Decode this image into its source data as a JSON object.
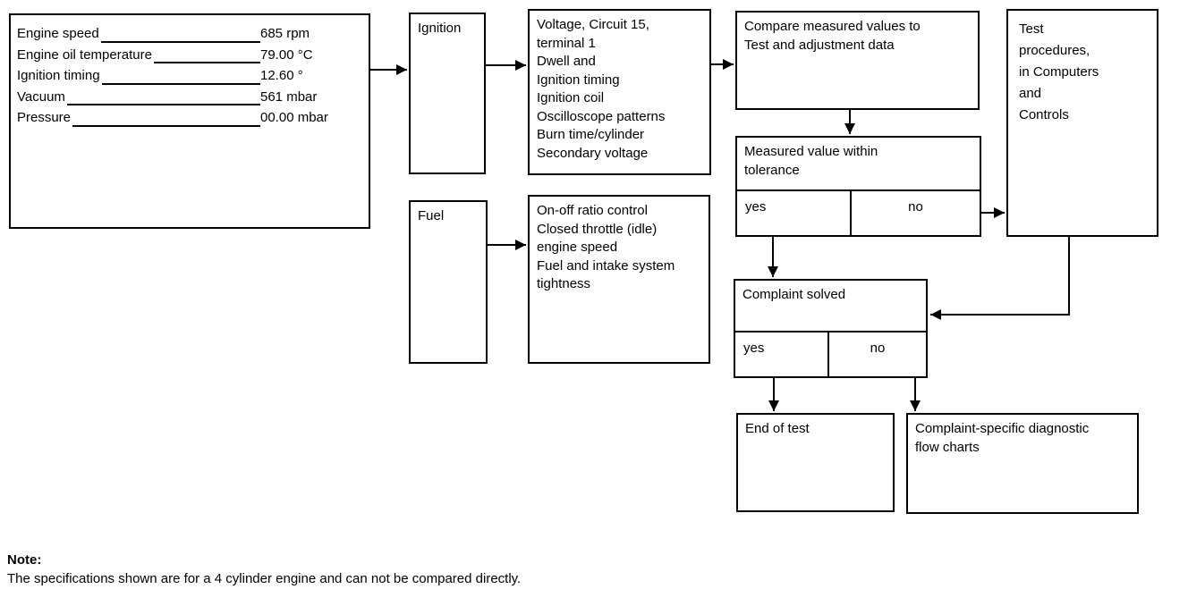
{
  "flowchart": {
    "specs": {
      "rows": [
        {
          "label": "Engine speed",
          "value": "685 rpm"
        },
        {
          "label": "Engine oil temperature",
          "value": "79.00 °C"
        },
        {
          "label": "Ignition timing",
          "value": "12.60 °"
        },
        {
          "label": "Vacuum",
          "value": "561 mbar"
        },
        {
          "label": "Pressure",
          "value": "00.00 mbar"
        }
      ]
    },
    "ignition": {
      "label": "Ignition"
    },
    "fuel": {
      "label": "Fuel"
    },
    "ignition_checks": {
      "text": "Voltage, Circuit 15,\nterminal 1\nDwell and\nIgnition timing\nIgnition coil\nOscilloscope patterns\nBurn time/cylinder\nSecondary voltage"
    },
    "fuel_checks": {
      "text": "On-off ratio control\nClosed throttle (idle)\nengine speed\nFuel and intake system\ntightness"
    },
    "compare": {
      "text": "Compare measured values to\nTest and adjustment data"
    },
    "measured": {
      "question": "Measured value within\ntolerance",
      "yes": "yes",
      "no": "no"
    },
    "test_procedures": {
      "text": "Test\nprocedures,\nin Computers\nand\nControls"
    },
    "complaint": {
      "question": "Complaint solved",
      "yes": "yes",
      "no": "no"
    },
    "end_of_test": {
      "text": "End of test"
    },
    "diagnostic_charts": {
      "text": "Complaint-specific diagnostic\nflow charts"
    }
  },
  "note": {
    "title": "Note:",
    "text": "The specifications shown are for a 4 cylinder engine and can not be compared directly."
  }
}
